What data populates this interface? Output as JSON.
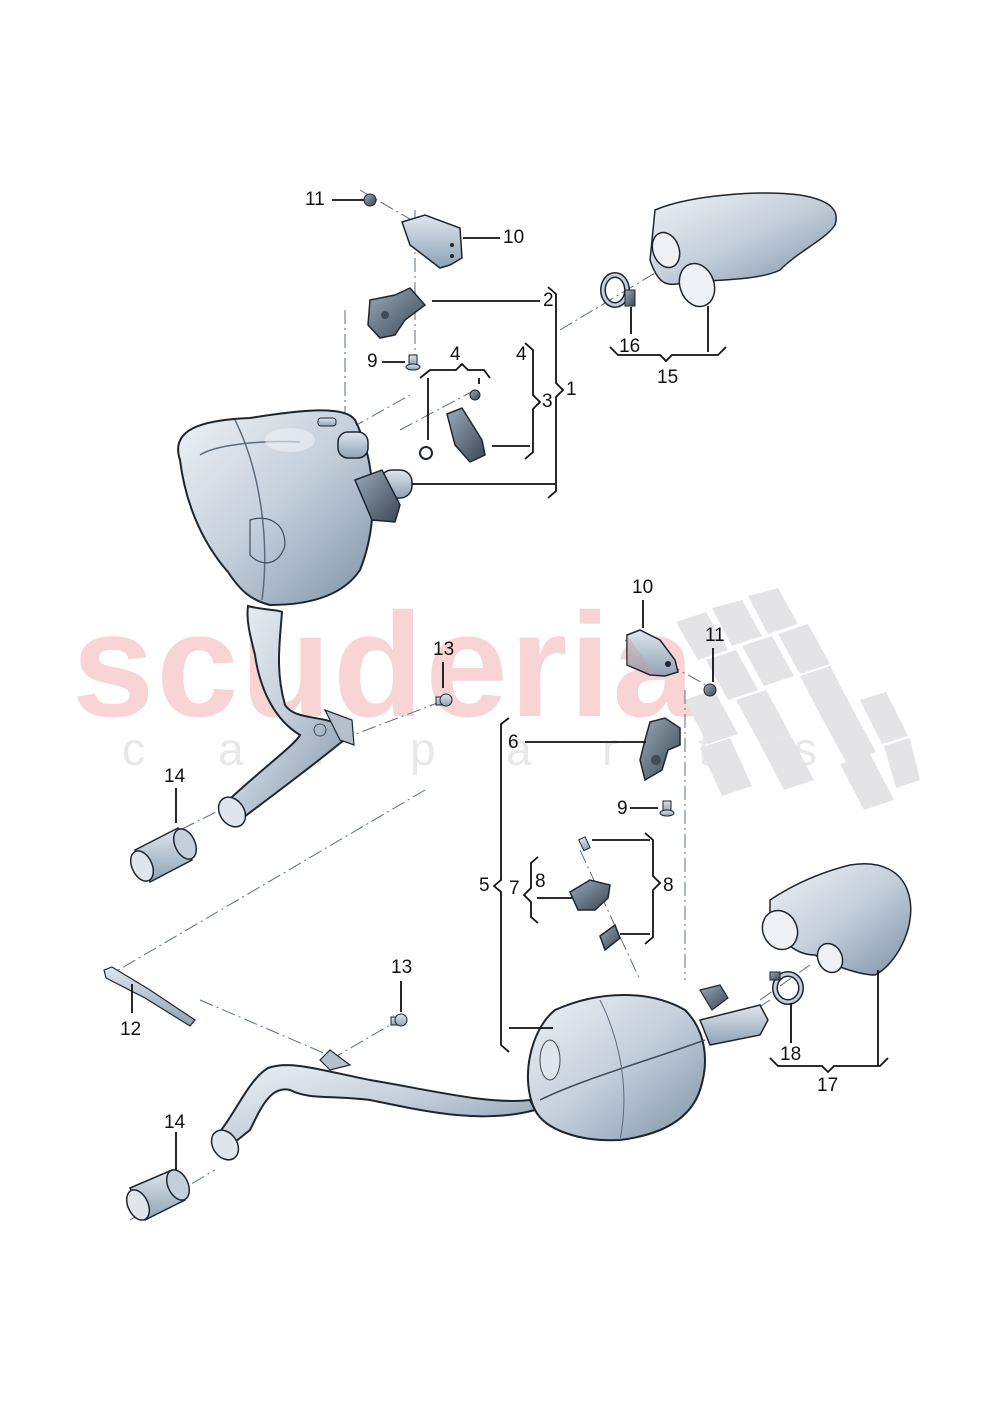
{
  "diagram": {
    "title": "Exhaust system rear silencers (parts diagram)",
    "watermark": {
      "brand": "scuderia",
      "tagline_letters": [
        "c",
        "a",
        "r",
        "p",
        "a",
        "r",
        "t",
        "s"
      ],
      "brand_color": "#f8d4d4",
      "tagline_color": "#e8e8e8",
      "flag_color": "#e3e3e6"
    },
    "colors": {
      "part_fill": "#c9d3de",
      "part_shadow": "#8fa3b5",
      "part_outline": "#1d2630",
      "leader_line": "#111111",
      "centerline": "#5b6e80"
    },
    "callouts": {
      "top": [
        {
          "id": "11",
          "label": "11",
          "desc": "nut"
        },
        {
          "id": "10",
          "label": "10",
          "desc": "bracket"
        },
        {
          "id": "2",
          "label": "2",
          "desc": "rubber mount"
        },
        {
          "id": "9",
          "label": "9",
          "desc": "bolt"
        },
        {
          "id": "4a",
          "label": "4",
          "desc": "actuator clip group"
        },
        {
          "id": "4b",
          "label": "4",
          "desc": "actuator"
        },
        {
          "id": "3",
          "label": "3",
          "desc": "actuator assembly"
        },
        {
          "id": "1",
          "label": "1",
          "desc": "rear silencer left"
        },
        {
          "id": "16",
          "label": "16",
          "desc": "clamp"
        },
        {
          "id": "15",
          "label": "15",
          "desc": "tailpipe trim (dual)"
        }
      ],
      "middle": [
        {
          "id": "13a",
          "label": "13",
          "desc": "bolt"
        },
        {
          "id": "14a",
          "label": "14",
          "desc": "clamp sleeve"
        },
        {
          "id": "10b",
          "label": "10",
          "desc": "bracket"
        },
        {
          "id": "11b",
          "label": "11",
          "desc": "nut"
        },
        {
          "id": "6",
          "label": "6",
          "desc": "rubber mount"
        },
        {
          "id": "9b",
          "label": "9",
          "desc": "bolt"
        },
        {
          "id": "5",
          "label": "5",
          "desc": "rear silencer right"
        },
        {
          "id": "7",
          "label": "7",
          "desc": "actuator assembly"
        },
        {
          "id": "8a",
          "label": "8",
          "desc": "actuator"
        },
        {
          "id": "8b",
          "label": "8",
          "desc": "actuator kit"
        }
      ],
      "bottom": [
        {
          "id": "12",
          "label": "12",
          "desc": "strap"
        },
        {
          "id": "13b",
          "label": "13",
          "desc": "bolt"
        },
        {
          "id": "14b",
          "label": "14",
          "desc": "clamp sleeve"
        },
        {
          "id": "18",
          "label": "18",
          "desc": "clamp"
        },
        {
          "id": "17",
          "label": "17",
          "desc": "tailpipe trim (dual)"
        }
      ]
    }
  }
}
